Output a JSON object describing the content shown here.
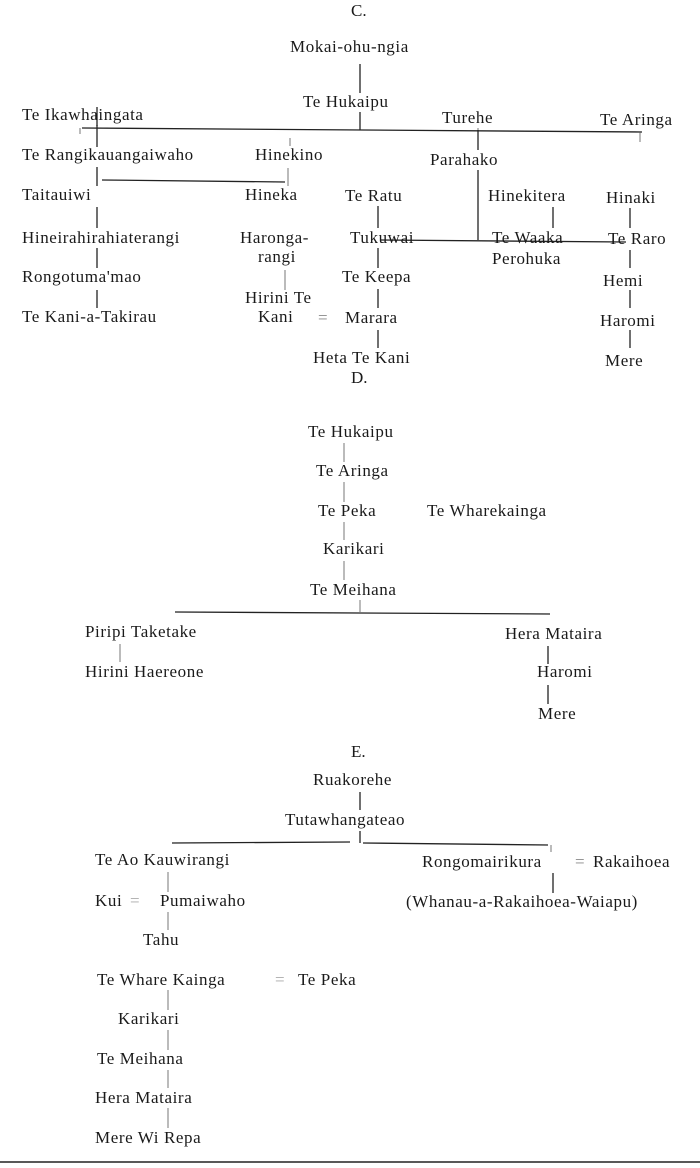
{
  "C": {
    "heading": "C.",
    "mokai": "Mokai-ohu-ngia",
    "hukaipu": "Te Hukaipu",
    "ikawhaingata": "Te Ikawhaingata",
    "turehe": "Turehe",
    "aringa": "Te Aringa",
    "rangikauangaiwaho": "Te Rangikauangaiwaho",
    "hinekino": "Hinekino",
    "parahako": "Parahako",
    "taitauiwi": "Taitauiwi",
    "hineka": "Hineka",
    "teratu": "Te Ratu",
    "hinekitera": "Hinekitera",
    "hinaki": "Hinaki",
    "hineirahirahiaterangi": "Hineirahirahiaterangi",
    "harongarangi_1": "Haronga-",
    "harongarangi_2": "rangi",
    "tukuwai": "Tukuwai",
    "tewaaka_1": "Te Waaka",
    "tewaaka_2": "Perohuka",
    "teraro": "Te Raro",
    "rongotumamao": "Rongotuma'mao",
    "tekeepa": "Te Keepa",
    "hemi": "Hemi",
    "tekani": "Te Kani-a-Takirau",
    "hirini_1": "Hirini Te",
    "hirini_2": "Kani",
    "marriage": "=",
    "marara": "Marara",
    "haromi": "Haromi",
    "heta": "Heta Te Kani",
    "mere": "Mere"
  },
  "D": {
    "heading": "D.",
    "hukaipu": "Te Hukaipu",
    "aringa": "Te Aringa",
    "peka": "Te Peka",
    "wharekainga": "Te Wharekainga",
    "karikari": "Karikari",
    "meihana": "Te Meihana",
    "piripi": "Piripi Taketake",
    "hera": "Hera Mataira",
    "hirini": "Hirini Haereone",
    "haromi": "Haromi",
    "mere": "Mere"
  },
  "E": {
    "heading": "E.",
    "ruakorehe": "Ruakorehe",
    "tutawhangateao": "Tutawhangateao",
    "teao": "Te Ao Kauwirangi",
    "rongomairikura": "Rongomairikura",
    "marriage": "=",
    "rakaihoea": "Rakaihoea",
    "kui": "Kui",
    "pumaiwaho": "Pumaiwaho",
    "whanau": "(Whanau-a-Rakaihoea-Waiapu)",
    "tahu": "Tahu",
    "wharekainga": "Te Whare Kainga",
    "peka": "Te Peka",
    "karikari": "Karikari",
    "meihana": "Te Meihana",
    "hera": "Hera Mataira",
    "mere": "Mere Wi Repa"
  }
}
